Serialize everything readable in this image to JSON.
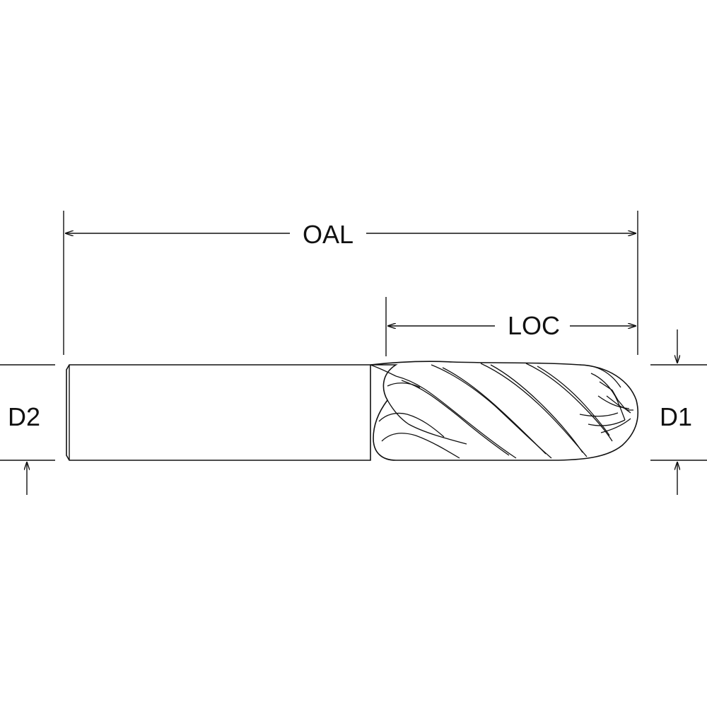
{
  "labels": {
    "oal": "OAL",
    "loc": "LOC",
    "d1": "D1",
    "d2": "D2"
  },
  "colors": {
    "line": "#111111",
    "background": "#ffffff"
  },
  "icons": {
    "arrow": "arrow-head",
    "tool": "ball-nose-end-mill"
  }
}
